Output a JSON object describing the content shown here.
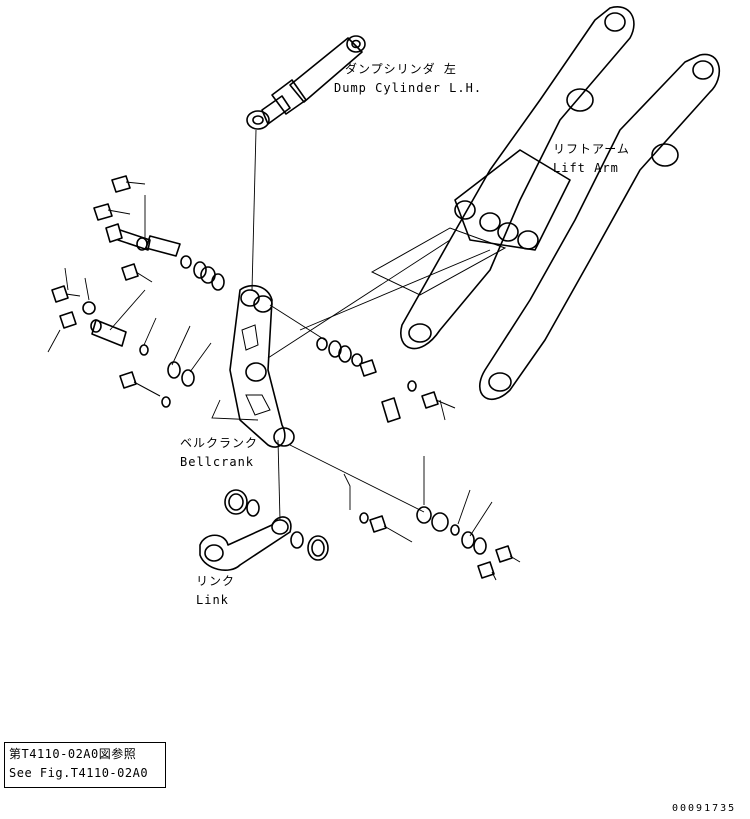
{
  "labels": {
    "dump_cylinder_jp": "ダンプシリンダ 左",
    "dump_cylinder_en": "Dump Cylinder L.H.",
    "lift_arm_jp": "リフトアーム",
    "lift_arm_en": "Lift Arm",
    "bellcrank_jp": "ベルクランク",
    "bellcrank_en": "Bellcrank",
    "link_jp": "リンク",
    "link_en": "Link"
  },
  "reference": {
    "line1": "第T4110-02A0図参照",
    "line2": "See Fig.T4110-02A0"
  },
  "drawing_code": "00091735"
}
